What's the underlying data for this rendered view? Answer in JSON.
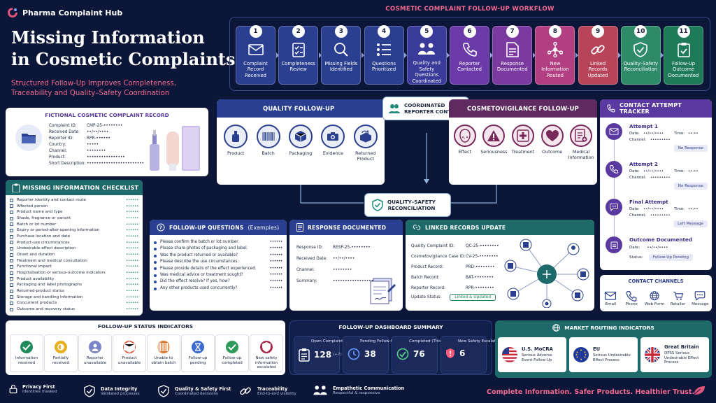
{
  "brand": {
    "name": "Pharma Complaint Hub"
  },
  "hero": {
    "title_line1": "Missing Information",
    "title_line2": "in Cosmetic Complaints",
    "subtitle_line1": "Structured Follow-Up Improves Completeness,",
    "subtitle_line2": "Traceability and Quality–Safety Coordination"
  },
  "workflow": {
    "title": "COSMETIC COMPLAINT FOLLOW-UP WORKFLOW",
    "steps": [
      {
        "num": "1",
        "label": "Complaint Record Received",
        "icon": "envelope-icon",
        "color": "#2a3f8f"
      },
      {
        "num": "2",
        "label": "Completeness Review",
        "icon": "checklist-icon",
        "color": "#2a3f8f"
      },
      {
        "num": "3",
        "label": "Missing Fields Identified",
        "icon": "magnifier-icon",
        "color": "#2a3f8f"
      },
      {
        "num": "4",
        "label": "Questions Prioritized",
        "icon": "list-icon",
        "color": "#2a3f8f"
      },
      {
        "num": "5",
        "label": "Quality and Safety Questions Coordinated",
        "icon": "people-icon",
        "color": "#3a3a9a"
      },
      {
        "num": "6",
        "label": "Reporter Contacted",
        "icon": "phone-icon",
        "color": "#6a3aa8"
      },
      {
        "num": "7",
        "label": "Response Documented",
        "icon": "document-icon",
        "color": "#7a3aa0"
      },
      {
        "num": "8",
        "label": "New Information Routed",
        "icon": "network-icon",
        "color": "#b23f82"
      },
      {
        "num": "9",
        "label": "Linked Records Updated",
        "icon": "link-icon",
        "color": "#b8445a"
      },
      {
        "num": "10",
        "label": "Quality–Safety Reconciliation",
        "icon": "shield-check-icon",
        "color": "#2f8a6a"
      },
      {
        "num": "11",
        "label": "Follow-Up Outcome Documented",
        "icon": "clipboard-check-icon",
        "color": "#1f7a5a"
      }
    ]
  },
  "record": {
    "title": "FICTIONAL COSMETIC COMPLAINT RECORD",
    "fields": [
      {
        "k": "Complaint ID:",
        "v": "CMP-25-••••••••"
      },
      {
        "k": "Received Date:",
        "v": "••/••/••••"
      },
      {
        "k": "Reporter ID:",
        "v": "RPR-••••••"
      },
      {
        "k": "Country:",
        "v": "•••••"
      },
      {
        "k": "Channel:",
        "v": "••••••••"
      },
      {
        "k": "Product:",
        "v": "••••••••••••••••"
      },
      {
        "k": "Short Description:",
        "v": "••••••••••••••••••••••••"
      }
    ]
  },
  "checklist": {
    "title": "MISSING INFORMATION CHECKLIST",
    "items": [
      "Reporter identity and contact route",
      "Affected person",
      "Product name and type",
      "Shade, fragrance or variant",
      "Batch or lot number",
      "Expiry or period-after-opening information",
      "Purchase location and date",
      "Product-use circumstances",
      "Undesirable-effect description",
      "Onset and duration",
      "Treatment and medical consultation",
      "Functional impact",
      "Hospitalisation or serious-outcome indicators",
      "Product availability",
      "Packaging and label photographs",
      "Returned-product status",
      "Storage and handling information",
      "Concurrent products",
      "Outcome and recovery status"
    ],
    "dots": "••••••"
  },
  "quality": {
    "title": "QUALITY FOLLOW-UP",
    "items": [
      {
        "label": "Product",
        "icon": "bottle-icon"
      },
      {
        "label": "Batch",
        "icon": "barcode-icon"
      },
      {
        "label": "Packaging",
        "icon": "box-icon"
      },
      {
        "label": "Evidence",
        "icon": "camera-icon"
      },
      {
        "label": "Returned Product",
        "icon": "return-box-icon"
      }
    ]
  },
  "coordinated": {
    "line1": "COORDINATED",
    "line2": "REPORTER CONTACT"
  },
  "cosmeto": {
    "title": "COSMETOVIGILANCE FOLLOW-UP",
    "items": [
      {
        "label": "Effect",
        "icon": "face-icon"
      },
      {
        "label": "Seriousness",
        "icon": "warning-icon"
      },
      {
        "label": "Treatment",
        "icon": "medical-cross-icon"
      },
      {
        "label": "Outcome",
        "icon": "heart-icon"
      },
      {
        "label": "Medical Information",
        "icon": "medical-doc-icon"
      }
    ]
  },
  "reconciliation": {
    "line1": "QUALITY–SAFETY",
    "line2": "RECONCILIATION"
  },
  "tracker": {
    "title": "CONTACT ATTEMPT TRACKER",
    "attempts": [
      {
        "title": "Attempt 1",
        "date": "••/••/••••",
        "time": "••:••",
        "channel": "•••••••••",
        "status": "No Response",
        "icon": "envelope-icon"
      },
      {
        "title": "Attempt 2",
        "date": "••/••/••••",
        "time": "••:••",
        "channel": "•••••••••",
        "status": "No Response",
        "icon": "phone-icon"
      },
      {
        "title": "Final Attempt",
        "date": "••/••/••••",
        "time": "••:••",
        "channel": "•••••••••",
        "status": "Left Message",
        "icon": "chat-icon"
      }
    ],
    "outcome": {
      "title": "Outcome Documented",
      "date": "••/••/••••",
      "status": "Follow-Up Pending"
    },
    "labels": {
      "date": "Date:",
      "time": "Time:",
      "channel": "Channel:",
      "status": "Status:"
    }
  },
  "questions": {
    "title": "FOLLOW-UP QUESTIONS",
    "title_suffix": "(Examples)",
    "items": [
      "Please confirm the batch or lot number.",
      "Please share photos of packaging and label.",
      "Was the product returned or available?",
      "Please describe the use circumstances.",
      "Please provide details of the effect experienced.",
      "Was medical advice or treatment sought?",
      "Did the effect resolve? If yes, how?",
      "Any other products used concurrently?"
    ],
    "dots": "••••••"
  },
  "response": {
    "title": "RESPONSE DOCUMENTED",
    "fields": [
      {
        "k": "Response ID:",
        "v": "RESP-25-••••••••"
      },
      {
        "k": "Received Date:",
        "v": "••/••/••••"
      },
      {
        "k": "Channel:",
        "v": "••••••••"
      },
      {
        "k": "Summary:",
        "v": "••••••••••••••••••"
      }
    ]
  },
  "linked": {
    "title": "LINKED RECORDS UPDATE",
    "fields": [
      {
        "k": "Quality Complaint ID:",
        "v": "QC-25-••••••••"
      },
      {
        "k": "Cosmetovigilance Case ID:",
        "v": "CV-25-••••••••"
      },
      {
        "k": "Product Record:",
        "v": "PRD-••••••••"
      },
      {
        "k": "Batch Record:",
        "v": "BAT-••••••••"
      },
      {
        "k": "Reporter Record:",
        "v": "RPR-••••••••"
      }
    ],
    "update_label": "Update Status:",
    "update_status": "Linked & Updated"
  },
  "channels": {
    "title": "CONTACT CHANNELS",
    "items": [
      {
        "label": "Email",
        "icon": "envelope-icon"
      },
      {
        "label": "Phone",
        "icon": "phone-icon"
      },
      {
        "label": "Web Form",
        "icon": "globe-icon"
      },
      {
        "label": "Retailer",
        "icon": "cart-icon"
      },
      {
        "label": "Message",
        "icon": "chat-icon"
      }
    ]
  },
  "status_indicators": {
    "title": "FOLLOW-UP STATUS INDICATORS",
    "items": [
      {
        "label": "Information received",
        "color": "#1f8a5c",
        "icon": "check-icon"
      },
      {
        "label": "Partially received",
        "color": "#e6b020",
        "icon": "half-circle-icon"
      },
      {
        "label": "Reporter unavailable",
        "color": "#7a84c8",
        "icon": "person-icon"
      },
      {
        "label": "Product unavailable",
        "color": "#e0553a",
        "icon": "box-icon"
      },
      {
        "label": "Unable to obtain batch",
        "color": "#e07a30",
        "icon": "barcode-icon"
      },
      {
        "label": "Follow-up pending",
        "color": "#3a6ad0",
        "icon": "hourglass-icon"
      },
      {
        "label": "Follow-up completed",
        "color": "#2e9a5a",
        "icon": "check-icon"
      },
      {
        "label": "New safety information escalated",
        "color": "#a8284a",
        "icon": "alert-shield-icon"
      }
    ]
  },
  "dashboard": {
    "title": "FOLLOW-UP DASHBOARD SUMMARY",
    "tiles": [
      {
        "label": "Open Complaints",
        "value": "128",
        "extra": "(+7)",
        "icon": "clipboard-icon"
      },
      {
        "label": "Pending Follow-Ups",
        "value": "38",
        "extra": "",
        "icon": "clock-icon"
      },
      {
        "label": "Completed (This Month)",
        "value": "76",
        "extra": "",
        "icon": "check-circle-icon"
      },
      {
        "label": "New Safety Escalations",
        "value": "6",
        "extra": "",
        "icon": "alert-shield-icon"
      }
    ]
  },
  "market": {
    "title": "MARKET ROUTING INDICATORS",
    "items": [
      {
        "region": "U.S. MoCRA",
        "desc": "Serious Adverse Event Follow-Up",
        "flag": "us-flag-icon"
      },
      {
        "region": "EU",
        "desc": "Serious Undesirable Effect Process",
        "flag": "eu-flag-icon"
      },
      {
        "region": "Great Britain",
        "desc": "OPSS Serious Undesirable Effect Process",
        "flag": "uk-flag-icon"
      }
    ]
  },
  "footer": {
    "items": [
      {
        "title": "Privacy First",
        "sub": "Identities masked",
        "icon": "lock-icon"
      },
      {
        "title": "Data Integrity",
        "sub": "Validated processes",
        "icon": "shield-check-icon"
      },
      {
        "title": "Quality & Safety First",
        "sub": "Coordinated decisions",
        "icon": "shield-check-icon"
      },
      {
        "title": "Traceability",
        "sub": "End-to-end visibility",
        "icon": "link-icon"
      },
      {
        "title": "Empathetic Communication",
        "sub": "Respectful & responsive",
        "icon": "people-icon"
      }
    ],
    "tagline": "Complete Information. Safer Products. Healthier Trust."
  },
  "colors": {
    "bg": "#0b1638",
    "accent_pink": "#e0557a",
    "quality_blue": "#2a3f8f",
    "safety_purple": "#6a2a6a",
    "green": "#1f8a5c"
  }
}
